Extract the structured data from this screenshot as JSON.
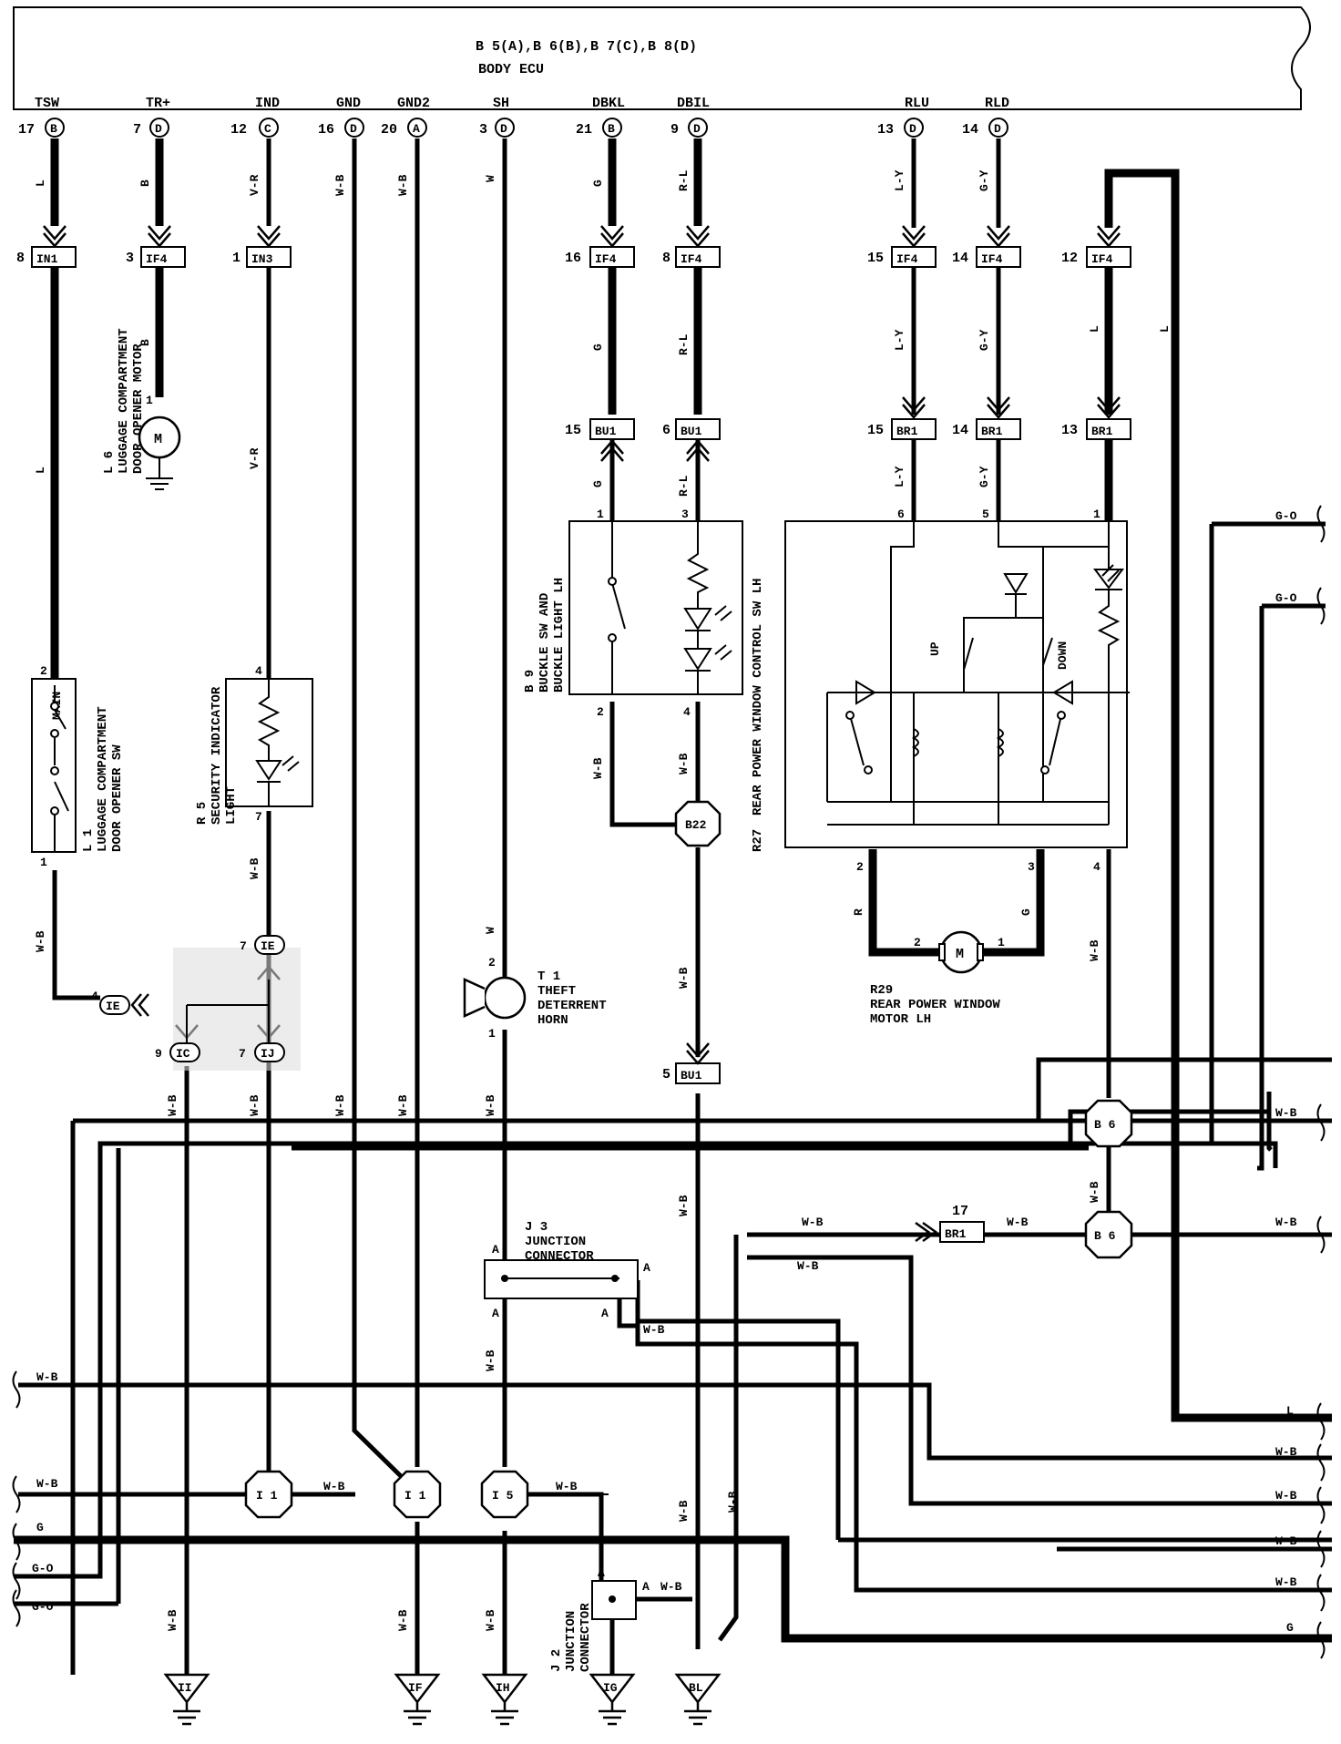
{
  "ecu": {
    "title": "B 5(A),B 6(B),B 7(C),B 8(D)",
    "subtitle": "BODY ECU"
  },
  "ecu_pins": [
    {
      "name": "TSW",
      "num": "17",
      "conn": "B"
    },
    {
      "name": "TR+",
      "num": "7",
      "conn": "D"
    },
    {
      "name": "IND",
      "num": "12",
      "conn": "C"
    },
    {
      "name": "GND",
      "num": "16",
      "conn": "D"
    },
    {
      "name": "GND2",
      "num": "20",
      "conn": "A"
    },
    {
      "name": "SH",
      "num": "3",
      "conn": "D"
    },
    {
      "name": "DBKL",
      "num": "21",
      "conn": "B"
    },
    {
      "name": "DBIL",
      "num": "9",
      "conn": "D"
    },
    {
      "name": "RLU",
      "num": "13",
      "conn": "D"
    },
    {
      "name": "RLD",
      "num": "14",
      "conn": "D"
    }
  ],
  "connectors": [
    {
      "pin": "8",
      "code": "IN1"
    },
    {
      "pin": "3",
      "code": "IF4"
    },
    {
      "pin": "1",
      "code": "IN3"
    },
    {
      "pin": "16",
      "code": "IF4"
    },
    {
      "pin": "8",
      "code": "IF4"
    },
    {
      "pin": "15",
      "code": "IF4"
    },
    {
      "pin": "14",
      "code": "IF4"
    },
    {
      "pin": "12",
      "code": "IF4"
    },
    {
      "pin": "15",
      "code": "BU1"
    },
    {
      "pin": "6",
      "code": "BU1"
    },
    {
      "pin": "15",
      "code": "BR1"
    },
    {
      "pin": "14",
      "code": "BR1"
    },
    {
      "pin": "13",
      "code": "BR1"
    },
    {
      "pin": "5",
      "code": "BU1"
    },
    {
      "pin": "17",
      "code": "BR1"
    }
  ],
  "wire_colors": {
    "tsw": "L",
    "trp": "B",
    "ind": "V-R",
    "gnd": "W-B",
    "gnd2": "W-B",
    "sh": "W",
    "dbkl": "G",
    "dbil": "R-L",
    "rlu": "L-Y",
    "rld": "G-Y",
    "l_feed": "L",
    "g_o": "G-O",
    "wb": "W-B",
    "g": "G",
    "r": "R"
  },
  "components": {
    "l6": {
      "code": "L 6",
      "name1": "LUGGAGE COMPARTMENT",
      "name2": "DOOR OPENER MOTOR"
    },
    "l1": {
      "code": "L 1",
      "name1": "LUGGAGE COMPARTMENT",
      "name2": "DOOR OPENER SW",
      "main": "MAIN"
    },
    "r5": {
      "code": "R 5",
      "name1": "SECURITY INDICATOR",
      "name2": "LIGHT"
    },
    "b9": {
      "code": "B 9",
      "name1": "BUCKLE SW AND",
      "name2": "BUCKLE LIGHT LH"
    },
    "r27": {
      "code": "R27",
      "name1": "REAR POWER WINDOW CONTROL SW LH",
      "up": "UP",
      "down": "DOWN"
    },
    "r29": {
      "code": "R29",
      "name1": "REAR POWER WINDOW",
      "name2": "MOTOR LH"
    },
    "t1": {
      "code": "T 1",
      "name1": "THEFT",
      "name2": "DETERRENT",
      "name3": "HORN"
    },
    "j3": {
      "code": "J 3",
      "name1": "JUNCTION",
      "name2": "CONNECTOR"
    },
    "j2": {
      "code": "J 2",
      "name1": "JUNCTION",
      "name2": "CONNECTOR"
    },
    "motor_label": "M"
  },
  "junctions": {
    "ie": "IE",
    "ic": "IC",
    "ij": "IJ",
    "b22": "B22",
    "b6": "B 6",
    "i1": "I 1",
    "i5": "I 5"
  },
  "grounds": [
    "II",
    "IF",
    "IH",
    "IG",
    "BL"
  ],
  "pin_numbers": {
    "one": "1",
    "two": "2",
    "three": "3",
    "four": "4",
    "five": "5",
    "six": "6",
    "seven": "7",
    "nine": "9",
    "a": "A"
  }
}
